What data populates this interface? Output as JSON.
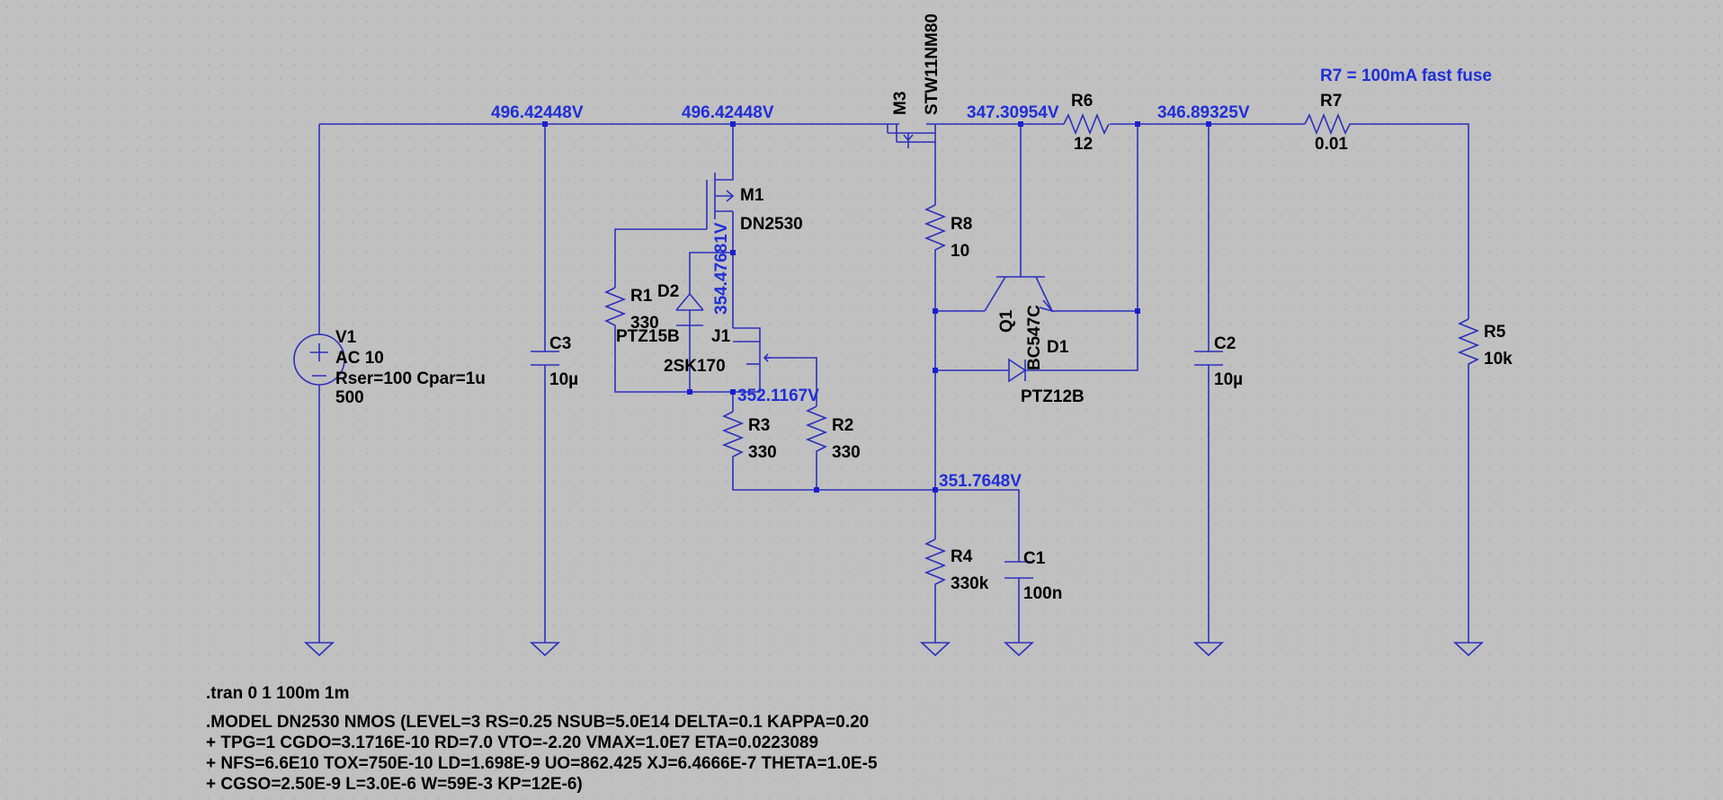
{
  "net_labels": {
    "n1": "496.42448V",
    "n2": "496.42448V",
    "n3": "347.30954V",
    "n4": "346.89325V",
    "n5": "354.47681V",
    "n6": "352.1167V",
    "n7": "351.7648V"
  },
  "fuse_note": "R7 = 100mA fast fuse",
  "components": {
    "v1": {
      "ref": "V1",
      "value": "AC 10",
      "params": "Rser=100 Cpar=1u",
      "extra": "500"
    },
    "c3": {
      "ref": "C3",
      "value": "10µ"
    },
    "c2": {
      "ref": "C2",
      "value": "10µ"
    },
    "c1": {
      "ref": "C1",
      "value": "100n"
    },
    "m1": {
      "ref": "M1",
      "value": "DN2530"
    },
    "m3": {
      "ref": "M3",
      "value": "STW11NM80"
    },
    "r1": {
      "ref": "R1",
      "value": "330"
    },
    "r2": {
      "ref": "R2",
      "value": "330"
    },
    "r3": {
      "ref": "R3",
      "value": "330"
    },
    "r4": {
      "ref": "R4",
      "value": "330k"
    },
    "r5": {
      "ref": "R5",
      "value": "10k"
    },
    "r6": {
      "ref": "R6",
      "value": "12"
    },
    "r7": {
      "ref": "R7",
      "value": "0.01"
    },
    "r8": {
      "ref": "R8",
      "value": "10"
    },
    "d1": {
      "ref": "D1",
      "value": "PTZ12B"
    },
    "d2": {
      "ref": "D2",
      "value": "PTZ15B"
    },
    "j1": {
      "ref": "J1",
      "value": "2SK170"
    },
    "q1": {
      "ref": "Q1",
      "value": "BC547C"
    }
  },
  "directives": {
    "tran": ".tran 0 1 100m 1m",
    "model_1": ".MODEL DN2530 NMOS (LEVEL=3 RS=0.25 NSUB=5.0E14 DELTA=0.1 KAPPA=0.20",
    "model_2": "+ TPG=1 CGDO=3.1716E-10 RD=7.0 VTO=-2.20 VMAX=1.0E7 ETA=0.0223089",
    "model_3": "+ NFS=6.6E10 TOX=750E-10 LD=1.698E-9 UO=862.425 XJ=6.4666E-7 THETA=1.0E-5",
    "model_4": "+ CGSO=2.50E-9 L=3.0E-6 W=59E-3 KP=12E-6)"
  },
  "colors": {
    "background": "#c0c0c0",
    "wire": "#2a2fbd",
    "net_label": "#1f2fd8",
    "text": "#000000"
  }
}
